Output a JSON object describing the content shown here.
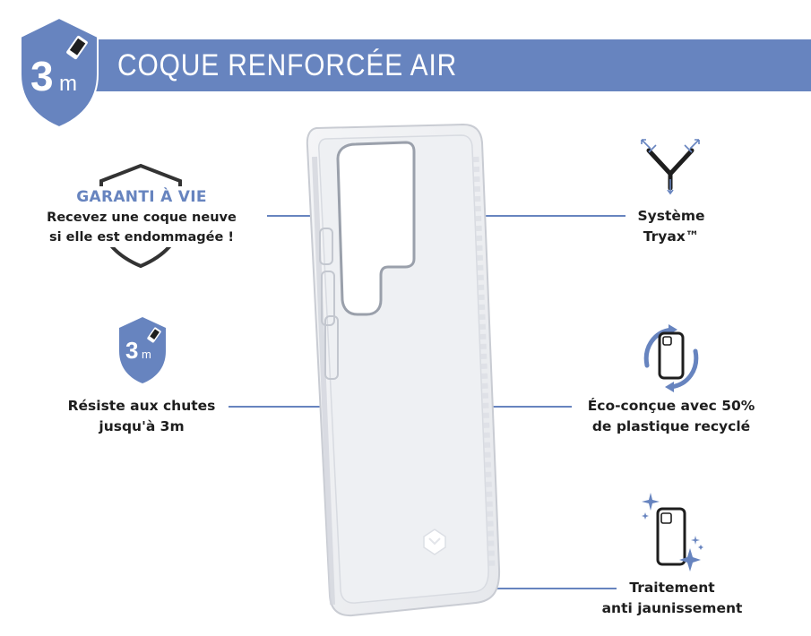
{
  "header": {
    "title": "COQUE RENFORCÉE AIR",
    "badge_number": "3",
    "badge_unit": "m"
  },
  "features": {
    "warranty": {
      "title": "GARANTI À VIE",
      "line1": "Recevez une coque neuve",
      "line2": "si elle est endommagée !"
    },
    "drop": {
      "badge_number": "3",
      "badge_unit": "m",
      "line1": "Résiste aux chutes",
      "line2": "jusqu'à 3m"
    },
    "tryax": {
      "line1": "Système",
      "line2": "Tryax™"
    },
    "eco": {
      "line1": "Éco-conçue avec 50%",
      "line2": "de plastique recyclé"
    },
    "antiyellow": {
      "line1": "Traitement",
      "line2": "anti jaunissement"
    }
  },
  "colors": {
    "accent": "#6784bf",
    "badge_shield": "#6784bf",
    "text": "#1e1e1e",
    "header_text": "#ffffff"
  },
  "icons": [
    "shield-3m-badge-icon",
    "shield-outline-icon",
    "tryax-icon",
    "recycle-phone-icon",
    "sparkle-phone-icon",
    "brand-logo-icon"
  ]
}
